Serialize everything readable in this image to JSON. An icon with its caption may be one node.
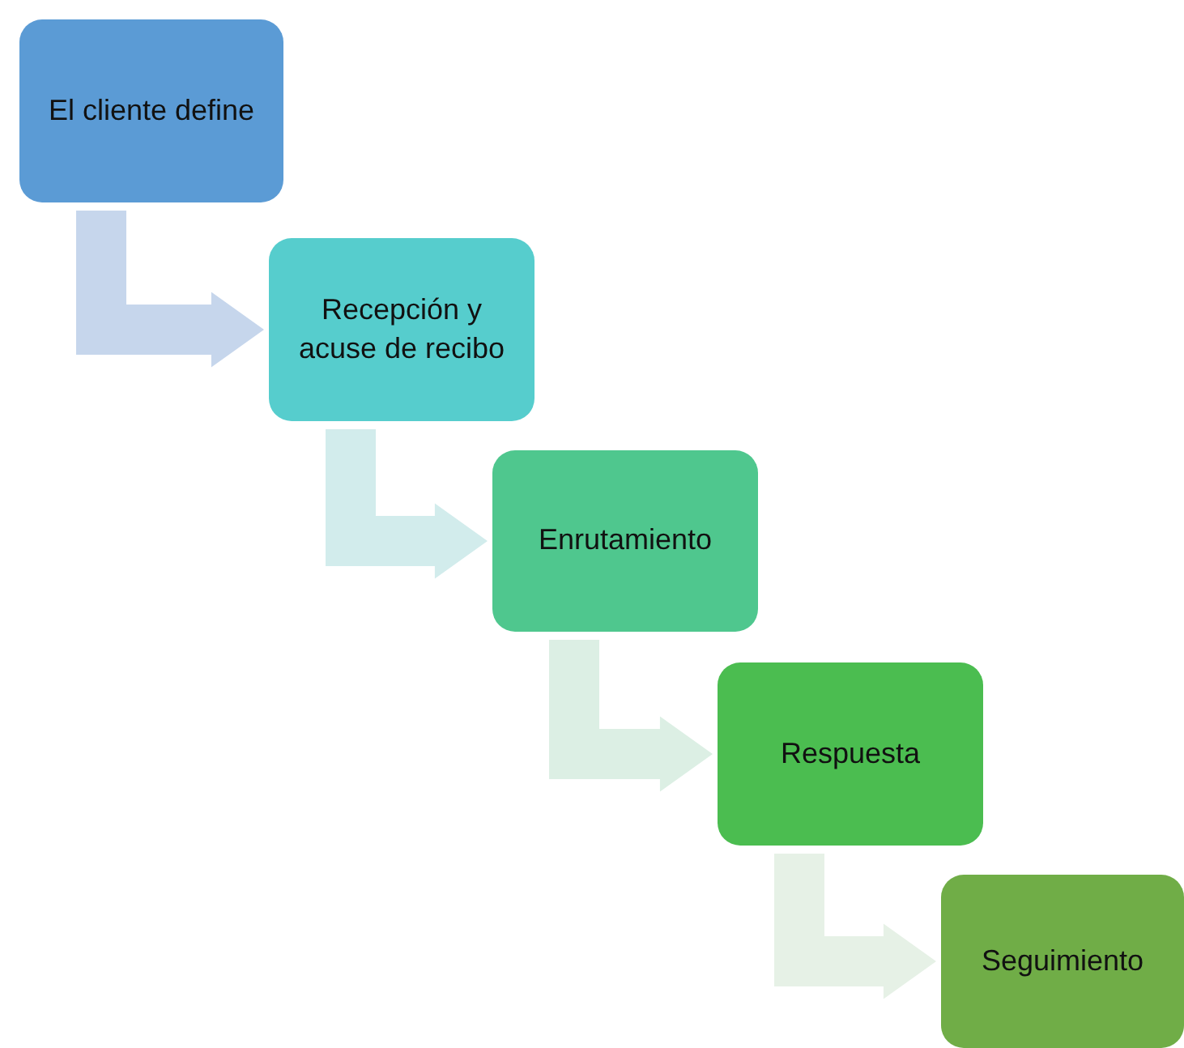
{
  "diagram": {
    "nodes": [
      {
        "text": [
          "El cliente define"
        ]
      },
      {
        "text": [
          "Recepción y acuse de recibo"
        ]
      },
      {
        "text": [
          "Enrutamiento"
        ]
      },
      {
        "text": [
          "Respuesta"
        ]
      },
      {
        "text": [
          "Seguimiento"
        ]
      }
    ],
    "edges": [
      {
        "from": 0,
        "to": 1,
        "arrow": "to",
        "style": "thick",
        "color": "#c6d6ec"
      },
      {
        "from": 1,
        "to": 2,
        "arrow": "to",
        "style": "thick",
        "color": "#d2ecec"
      },
      {
        "from": 2,
        "to": 3,
        "arrow": "to",
        "style": "thick",
        "color": "#dcefe4"
      },
      {
        "from": 3,
        "to": 4,
        "arrow": "to",
        "style": "thick",
        "color": "#e6f1e6"
      }
    ]
  }
}
